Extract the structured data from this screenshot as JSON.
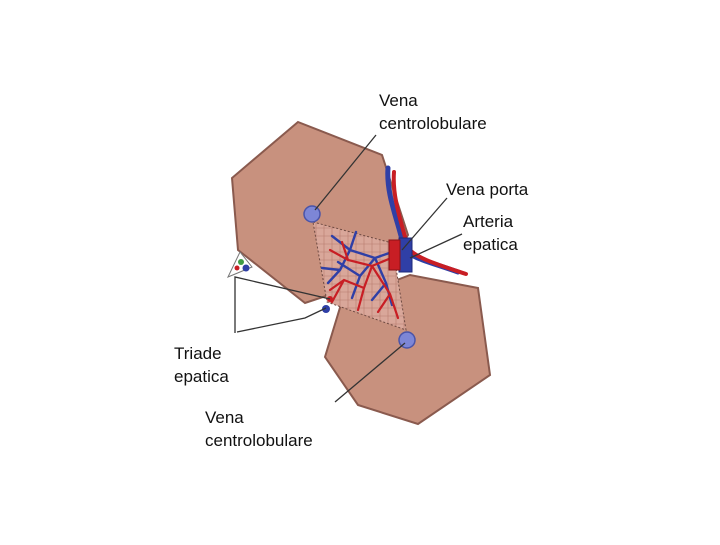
{
  "diagram": {
    "labels": {
      "vena_centrolobulare_top": [
        "Vena",
        "centrolobulare"
      ],
      "vena_porta": [
        "Vena porta"
      ],
      "arteria_epatica": [
        "Arteria",
        "epatica"
      ],
      "triade_epatica": [
        "Triade",
        "epatica"
      ],
      "vena_centrolobulare_bottom": [
        "Vena",
        "centrolobulare"
      ]
    },
    "colors": {
      "lobule_fill": "#c8917e",
      "lobule_stroke": "#8a5a4e",
      "portal_vein": "#2f3fa6",
      "hepatic_artery": "#c81e24",
      "central_vein": "#7d86d6",
      "bile_duct": "#3f9b45",
      "leader_line": "#333333"
    }
  }
}
